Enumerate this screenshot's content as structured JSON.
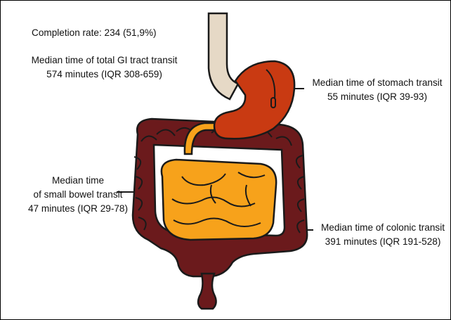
{
  "completion": {
    "text": "Completion rate: 234 (51,9%)"
  },
  "total_gi": {
    "line1": "Median time of total GI tract transit",
    "line2": "574 minutes (IQR 308-659)"
  },
  "stomach": {
    "line1": "Median time of stomach transit",
    "line2": "55 minutes (IQR 39-93)"
  },
  "small_bowel": {
    "line1": "Median time",
    "line2": "of small bowel transit",
    "line3": "47 minutes (IQR 29-78)"
  },
  "colon": {
    "line1": "Median time of colonic transit",
    "line2": "391 minutes (IQR 191-528)"
  },
  "colors": {
    "esophagus": "#e6d9c6",
    "stomach": "#c93a12",
    "small_bowel": "#f7a21b",
    "colon": "#6b1a1c",
    "outline": "#1a1a1a"
  }
}
